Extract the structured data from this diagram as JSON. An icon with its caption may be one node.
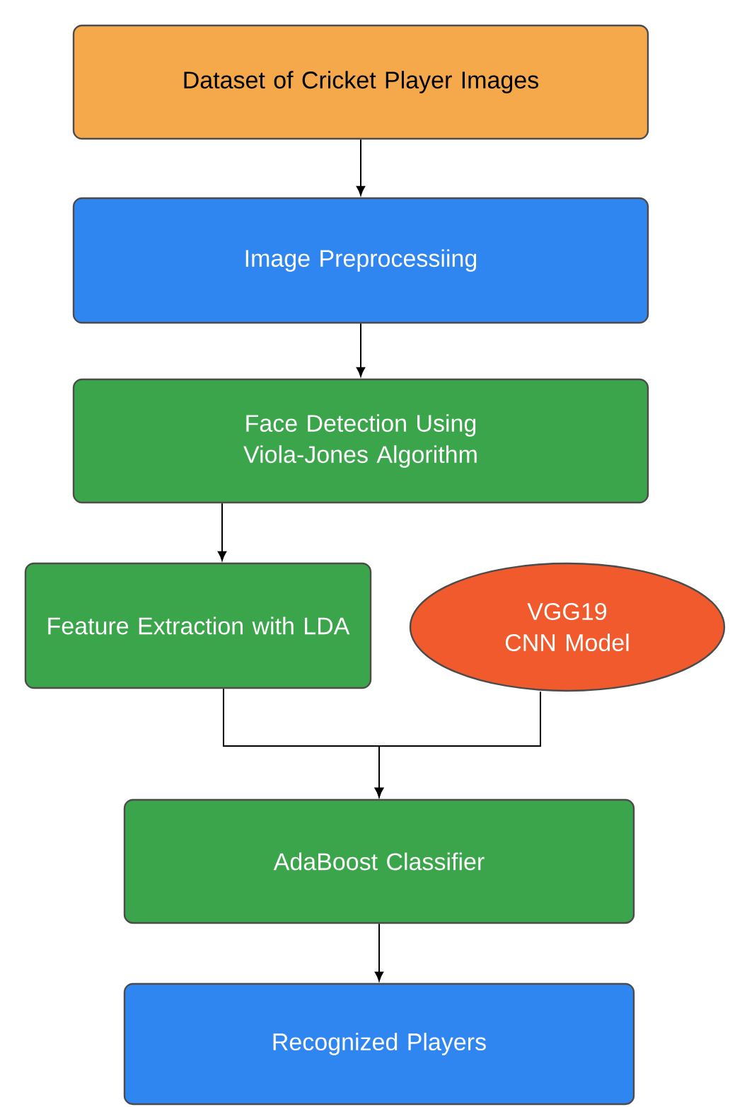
{
  "diagram": {
    "nodes": [
      {
        "text": [
          "Dataset of Cricket Player Images"
        ]
      },
      {
        "text": [
          "Image Preprocessiing"
        ]
      },
      {
        "text": [
          "Face Detection Using Viola-Jones Algorithm"
        ]
      },
      {
        "text": [
          "Feature Extraction with LDA"
        ]
      },
      {
        "text": [
          "VGG19 CNN Model"
        ]
      },
      {
        "text": [
          "AdaBoost Classifier"
        ]
      },
      {
        "text": [
          "Recognized Players"
        ]
      }
    ],
    "edges": [
      {
        "from": 0,
        "to": 1,
        "arrow": "to"
      },
      {
        "from": 1,
        "to": 2,
        "arrow": "to"
      },
      {
        "from": 2,
        "to": 3,
        "arrow": "to"
      },
      {
        "from": 3,
        "to": 5,
        "arrow": "to"
      },
      {
        "from": 4,
        "to": 5,
        "arrow": "to"
      },
      {
        "from": 5,
        "to": 6,
        "arrow": "to"
      }
    ]
  }
}
